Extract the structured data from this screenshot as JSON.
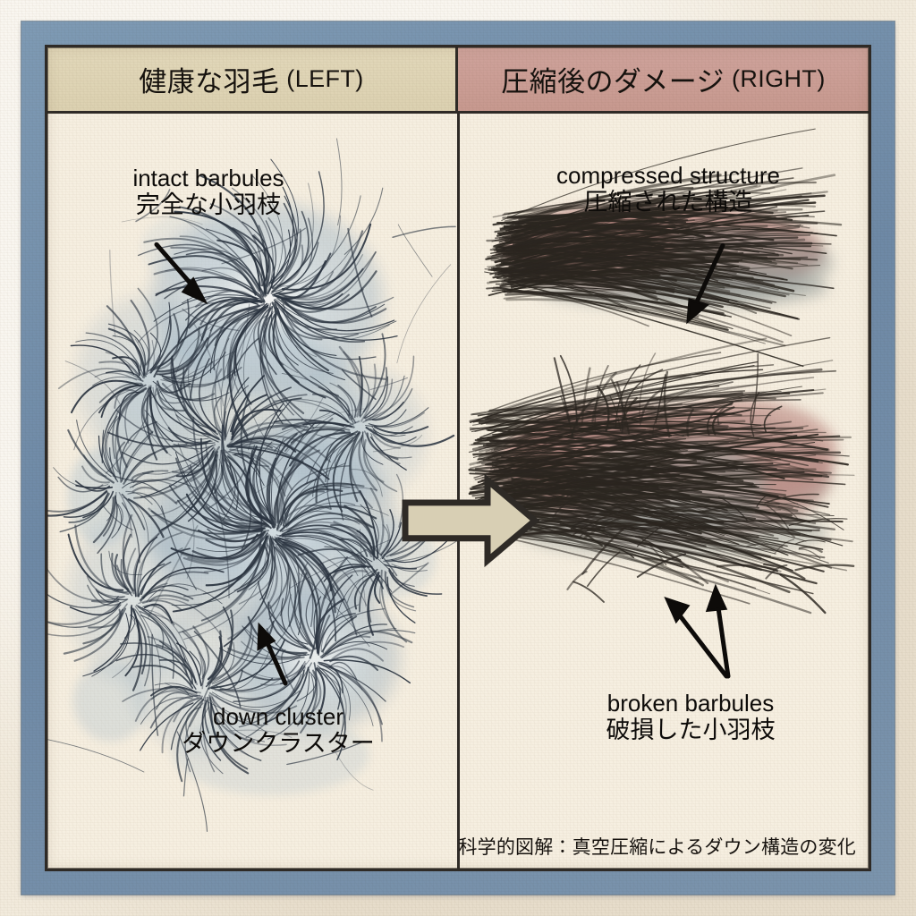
{
  "figure": {
    "headers": [
      {
        "jp": "健康な羽毛",
        "en": "(LEFT)",
        "bg": "#dcd1b1"
      },
      {
        "jp": "圧縮後のダメージ",
        "en": "(RIGHT)",
        "bg": "#c7998f"
      }
    ],
    "caption": "科学的図解：真空圧縮によるダウン構造の変化",
    "annotations": {
      "intact": {
        "en": "intact barbules",
        "jp": "完全な小羽枝"
      },
      "down_cluster": {
        "en": "down cluster",
        "jp": "ダウンクラスター"
      },
      "compressed": {
        "en": "compressed structure",
        "jp": "圧縮された構造"
      },
      "broken": {
        "en": "broken barbules",
        "jp": "破損した小羽枝"
      }
    },
    "colors": {
      "frame": "#7189a4",
      "paper": "#f6efe1",
      "outer_margin": "#f2ebdd",
      "ink": "#2e2a26",
      "healthy_down": "#9cb5c9",
      "damaged_feather": "#b58781",
      "damaged_grey": "#9a9c95",
      "arrow_fill": "#d8cfb4"
    },
    "transition_arrow": "right-arrow"
  }
}
